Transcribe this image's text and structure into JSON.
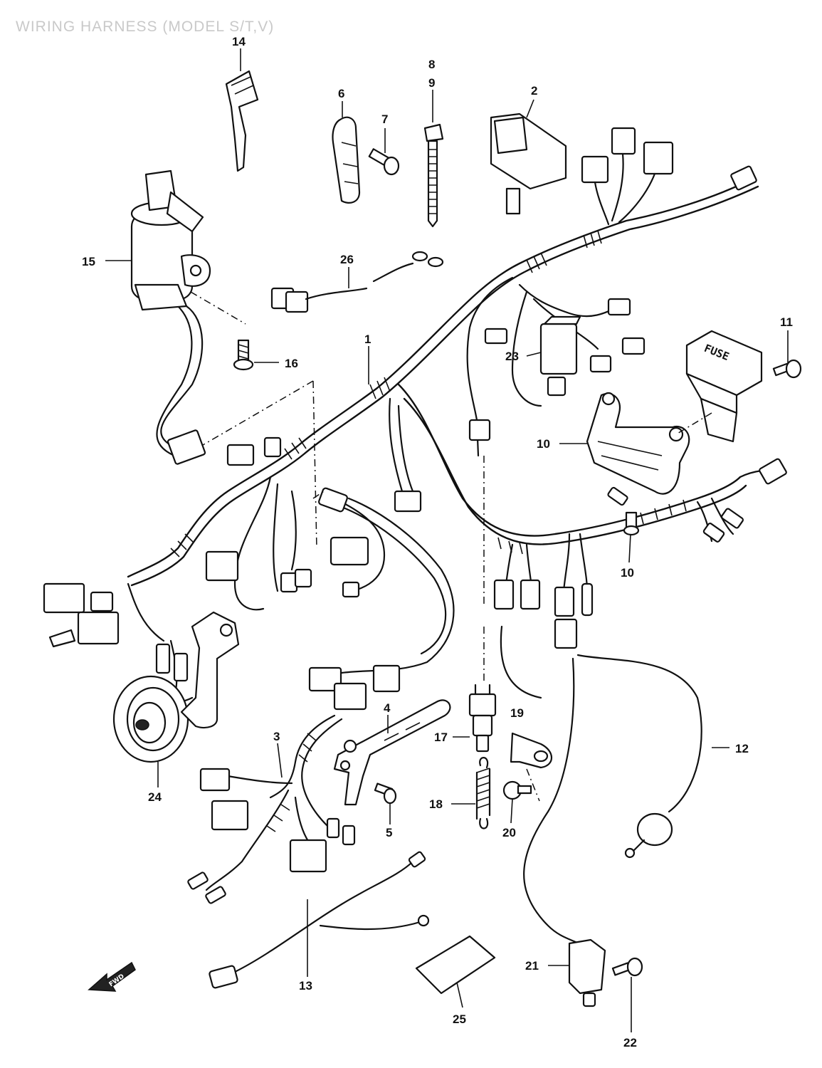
{
  "title": "WIRING HARNESS (MODEL S/T,V)",
  "callouts": {
    "c1": "1",
    "c2": "2",
    "c3": "3",
    "c4": "4",
    "c5": "5",
    "c6": "6",
    "c7": "7",
    "c8": "8",
    "c9": "9",
    "c10a": "10",
    "c10b": "10",
    "c11": "11",
    "c12": "12",
    "c13": "13",
    "c14": "14",
    "c15": "15",
    "c16": "16",
    "c17": "17",
    "c18": "18",
    "c19": "19",
    "c20": "20",
    "c21": "21",
    "c22": "22",
    "c23": "23",
    "c24": "24",
    "c25": "25",
    "c26": "26"
  },
  "fuse_label": "FUSE",
  "front_arrow_label": "FWD"
}
